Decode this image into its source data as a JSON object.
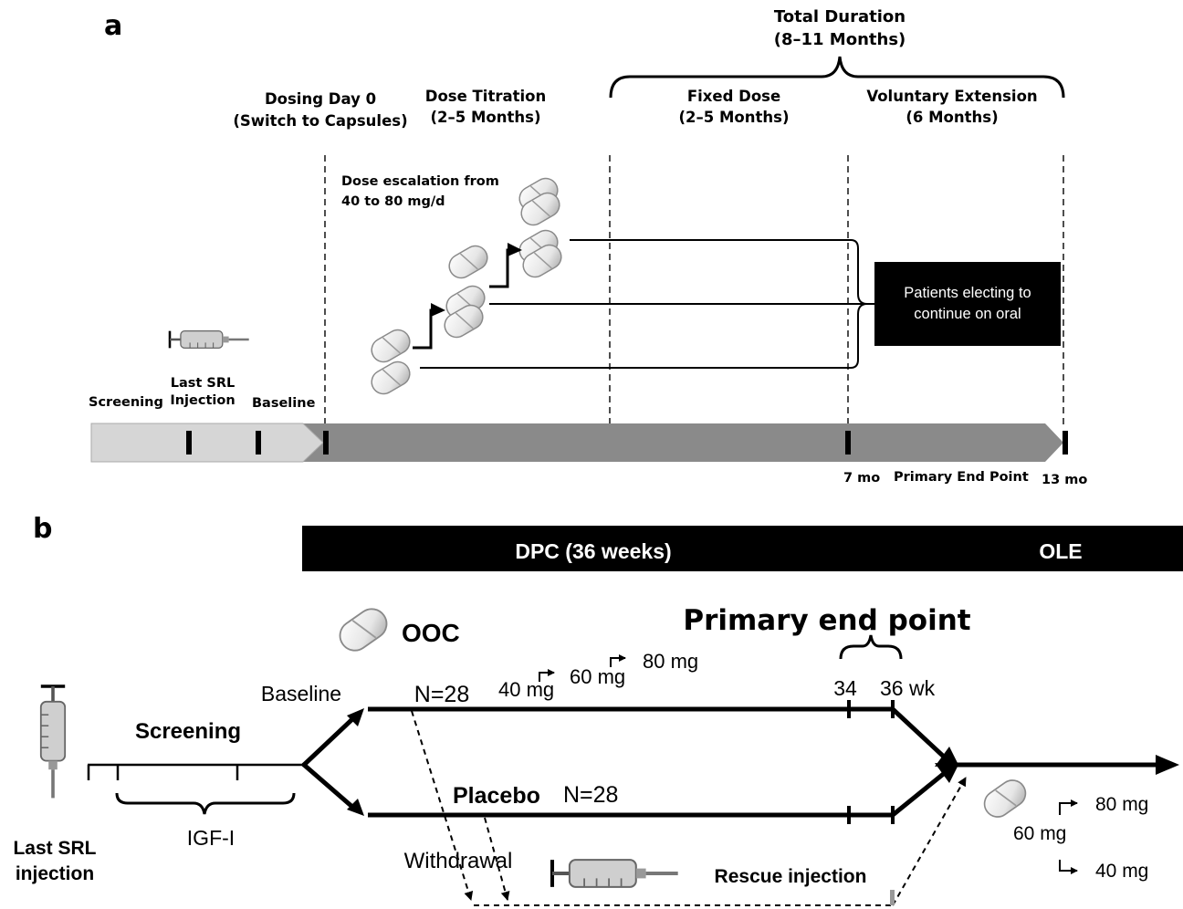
{
  "panel_a": {
    "label": "a",
    "total_duration": {
      "line1": "Total Duration",
      "line2": "(8–11 Months)"
    },
    "phases": [
      {
        "title": "Dosing Day 0",
        "subtitle": "(Switch to Capsules)"
      },
      {
        "title": "Dose Titration",
        "subtitle": "(2–5 Months)"
      },
      {
        "title": "Fixed Dose",
        "subtitle": "(2–5 Months)"
      },
      {
        "title": "Voluntary Extension",
        "subtitle": "(6 Months)"
      }
    ],
    "dose_escalation": {
      "line1": "Dose escalation from",
      "line2": "40 to 80 mg/d"
    },
    "patients_box": {
      "line1": "Patients electing to",
      "line2": "continue on oral"
    },
    "pre_labels": {
      "screening": "Screening",
      "last_srl_1": "Last SRL",
      "last_srl_2": "Injection",
      "baseline": "Baseline"
    },
    "timeline_labels": {
      "seven": "7 mo",
      "primary": "Primary End Point",
      "thirteen": "13 mo"
    },
    "colors": {
      "pre_bar": "#d6d6d6",
      "main_bar": "#8a8a8a",
      "box": "#000000"
    }
  },
  "panel_b": {
    "label": "b",
    "bar": {
      "dpc": "DPC (36 weeks)",
      "ole": "OLE"
    },
    "ooc": "OOC",
    "primary_end_point": "Primary end point",
    "weeks": {
      "w34": "34",
      "w36": "36 wk"
    },
    "baseline": "Baseline",
    "screening": "Screening",
    "igf": "IGF-I",
    "last_srl": {
      "line1": "Last SRL",
      "line2": "injection"
    },
    "ooc_arm": {
      "n": "N=28",
      "dose1": "40 mg",
      "dose2": "60 mg",
      "dose3": "80 mg"
    },
    "placebo_arm": {
      "name": "Placebo",
      "n": "N=28"
    },
    "withdrawal": "Withdrawal",
    "rescue": "Rescue injection",
    "ole_doses": {
      "d80": "80 mg",
      "d60": "60 mg",
      "d40": "40 mg"
    },
    "colors": {
      "bar": "#000000",
      "bar_text": "#ffffff"
    }
  }
}
